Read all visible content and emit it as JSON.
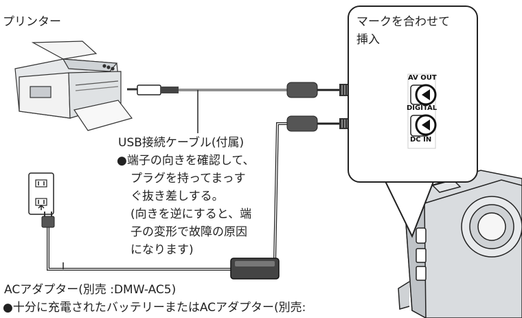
{
  "labels": {
    "printer": "プリンター",
    "callout_line1": "マークを合わせて",
    "callout_line2": "挿入",
    "usb_cable": "USB接続ケーブル(付属)",
    "note_lines": [
      "●端子の向きを確認して、",
      "プラグを持ってまっす",
      "ぐ抜き差しする。",
      "(向きを逆にすると、端",
      "子の変形で故障の原因",
      "になります)"
    ],
    "ac_adapter": "ACアダプター(別売 :DMW-AC5)",
    "bottom_note": "●十分に充電されたバッテリーまたはACアダプター(別売:"
  },
  "camera_panel": {
    "av_out": "AV OUT",
    "digital": "DIGITAL",
    "dc_in": "DC IN"
  },
  "icons": [
    "printer-icon",
    "usb-plug-icon",
    "power-outlet-icon",
    "ac-adapter-icon",
    "camera-icon",
    "triangle-mark-icon"
  ]
}
